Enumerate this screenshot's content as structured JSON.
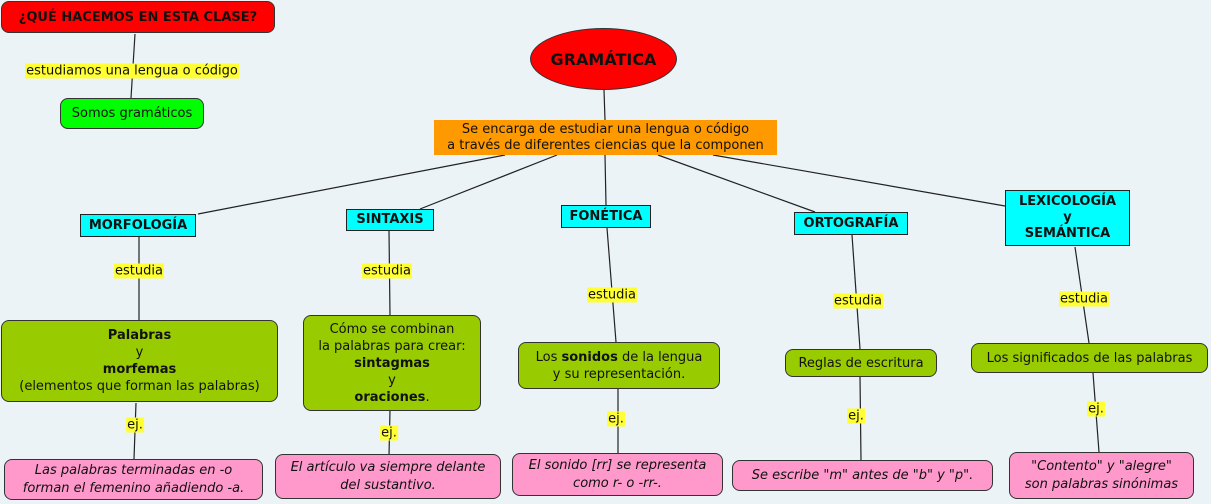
{
  "colors": {
    "background": "#ebf3f6",
    "title": "#ff0000",
    "root": "#ff0000",
    "answer": "#00ff00",
    "definition": "#ff9900",
    "branch": "#00ffff",
    "content": "#99cc00",
    "example": "#ff99cc",
    "link_label": "#ffff33"
  },
  "question": {
    "title": "¿QUÉ HACEMOS EN ESTA CLASE?",
    "link_label": "estudiamos una lengua o código",
    "answer": "Somos gramáticos"
  },
  "root": {
    "title": "GRAMÁTICA",
    "definition_line1": "Se encarga de estudiar una lengua o código",
    "definition_line2": "a través de diferentes ciencias que la componen"
  },
  "branches": [
    {
      "name": "MORFOLOGÍA",
      "study_label": "estudia",
      "content": {
        "line1": "Palabras",
        "line2": "y",
        "line3": "morfemas",
        "line4": "(elementos que forman las palabras)"
      },
      "example_label": "ej.",
      "example": {
        "line1": "Las palabras terminadas en -o",
        "line2": "forman el femenino añadiendo -a."
      }
    },
    {
      "name": "SINTAXIS",
      "study_label": "estudia",
      "content": {
        "line1": "Cómo se combinan",
        "line2": "la palabras para crear:",
        "line3": "sintagmas",
        "line4": "y",
        "line5": "oraciones",
        "line5_suffix": "."
      },
      "example_label": "ej.",
      "example": {
        "line1": "El artículo va siempre delante",
        "line2": "del sustantivo."
      }
    },
    {
      "name": "FONÉTICA",
      "study_label": "estudia",
      "content": {
        "line1_pre": "Los ",
        "line1_bold": "sonidos",
        "line1_post": " de la lengua",
        "line2": "y su representación."
      },
      "example_label": "ej.",
      "example": {
        "line1": "El sonido [rr] se representa",
        "line2": "como r- o -rr-."
      }
    },
    {
      "name": "ORTOGRAFÍA",
      "study_label": "estudia",
      "content": {
        "line1": "Reglas de escritura"
      },
      "example_label": "ej.",
      "example": {
        "line1": "Se escribe \"m\" antes de \"b\" y \"p\"."
      }
    },
    {
      "name_line1": "LEXICOLOGÍA",
      "name_line2": "y",
      "name_line3": "SEMÁNTICA",
      "study_label": "estudia",
      "content": {
        "line1": "Los significados de las palabras"
      },
      "example_label": "ej.",
      "example": {
        "line1": "\"Contento\" y \"alegre\"",
        "line2": "son palabras sinónimas"
      }
    }
  ]
}
